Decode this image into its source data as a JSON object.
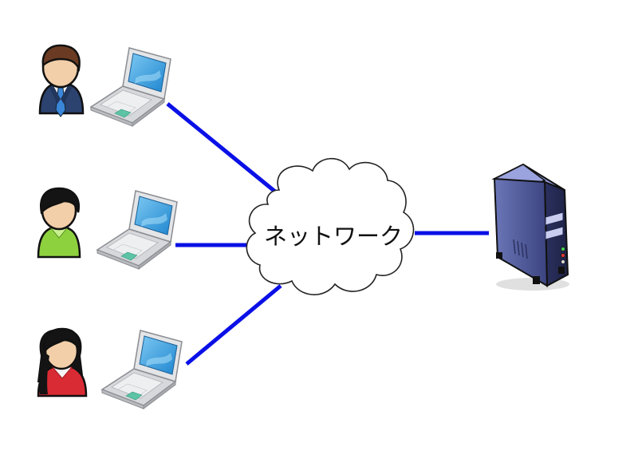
{
  "cloud": {
    "label": "ネットワーク"
  },
  "users": [
    {
      "id": "businessman",
      "laptop": "laptop-1"
    },
    {
      "id": "man-green",
      "laptop": "laptop-2"
    },
    {
      "id": "woman-red",
      "laptop": "laptop-3"
    }
  ],
  "colors": {
    "link": "#0a10e6",
    "cloud_fill": "#ffffff",
    "cloud_stroke": "#222222",
    "server_body": "#4a5496",
    "server_dark": "#262b55",
    "laptop_screen": "#3aa6e6",
    "laptop_body": "#e3e4e6",
    "shirt_green": "#8ed13e",
    "shirt_red": "#d92b34",
    "suit_blue": "#2c4370",
    "hair_brown": "#6a3b22",
    "hair_black": "#141414",
    "skin": "#f2cfa9"
  },
  "icons": [
    "user-businessman-icon",
    "user-man-icon",
    "user-woman-icon",
    "laptop-icon",
    "cloud-icon",
    "server-icon"
  ]
}
